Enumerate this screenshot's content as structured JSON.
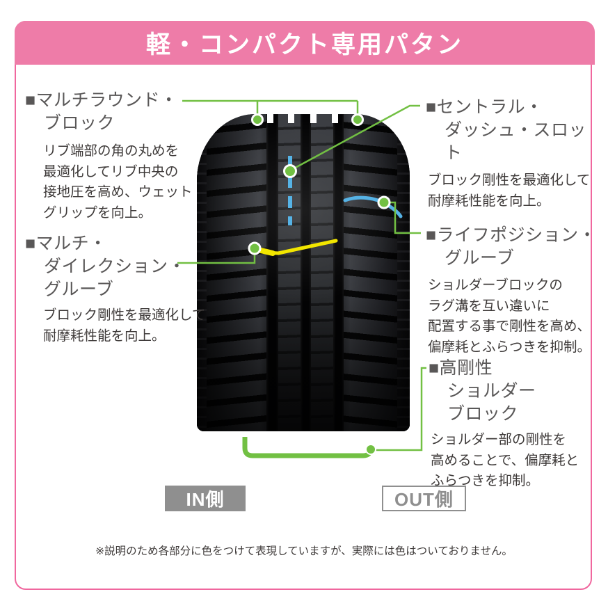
{
  "header": {
    "title": "軽・コンパクト専用パタン"
  },
  "annotations": {
    "multi_round_block": {
      "title": "■マルチラウンド・\nブロック",
      "body": "リブ端部の角の丸めを\n最適化してリブ中央の\n接地圧を高め、ウェット\nグリップを向上。"
    },
    "multi_direction_groove": {
      "title": "■マルチ・\nダイレクション・\nグルーブ",
      "body": "ブロック剛性を最適化して\n耐摩耗性能を向上。"
    },
    "central_dash_slot": {
      "title": "■セントラル・\nダッシュ・スロット",
      "body": "ブロック剛性を最適化して\n耐摩耗性能を向上。"
    },
    "life_position_groove": {
      "title": "■ライフポジション・\nグルーブ",
      "body": "ショルダーブロックの\nラグ溝を互い違いに\n配置する事で剛性を高め、\n偏摩耗とふらつきを抑制。"
    },
    "high_rigidity_shoulder_block": {
      "title": "■高剛性\nショルダー\nブロック",
      "body": "ショルダー部の剛性を\n高めることで、偏摩耗と\nふらつきを抑制。"
    }
  },
  "labels": {
    "in_side": "IN側",
    "out_side": "OUT側"
  },
  "footnote": "※説明のため各部分に色をつけて表現していますが、実際には色はついておりません。",
  "colors": {
    "header_pink": "#ee7ca8",
    "border_pink": "#f0679e",
    "marker_green": "#72c043",
    "marker_cyan": "#56b3e6",
    "marker_yellow": "#f2e600",
    "title_gray": "#595757",
    "body_gray": "#3e3a39",
    "label_gray": "#8f8f8f"
  }
}
